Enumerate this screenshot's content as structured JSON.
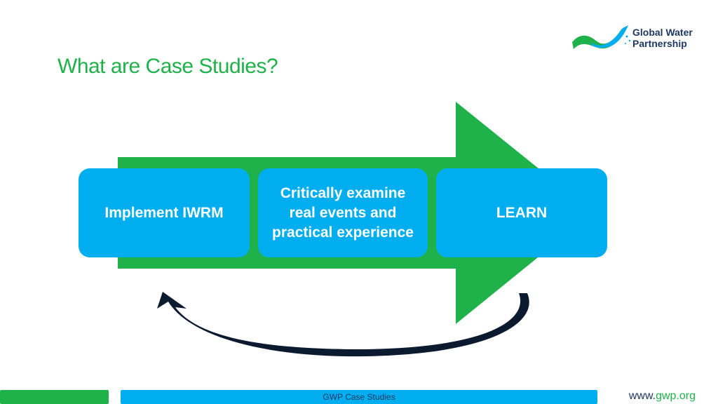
{
  "slide": {
    "title": "What are Case Studies?"
  },
  "logo": {
    "line1": "Global Water",
    "line2": "Partnership"
  },
  "diagram": {
    "steps": [
      {
        "label_lines": [
          "Implement IWRM"
        ]
      },
      {
        "label_lines": [
          "Critically examine",
          "real events and",
          "practical experience"
        ]
      },
      {
        "label_lines": [
          "LEARN"
        ]
      }
    ]
  },
  "footer": {
    "caption": "GWP Case Studies",
    "url_prefix": "www.",
    "url_domain": "gwp.org"
  },
  "colors": {
    "green": "#1fb24a",
    "blue": "#00aeef",
    "navy": "#1f3864",
    "arrow_dark": "#0b1a2e"
  }
}
